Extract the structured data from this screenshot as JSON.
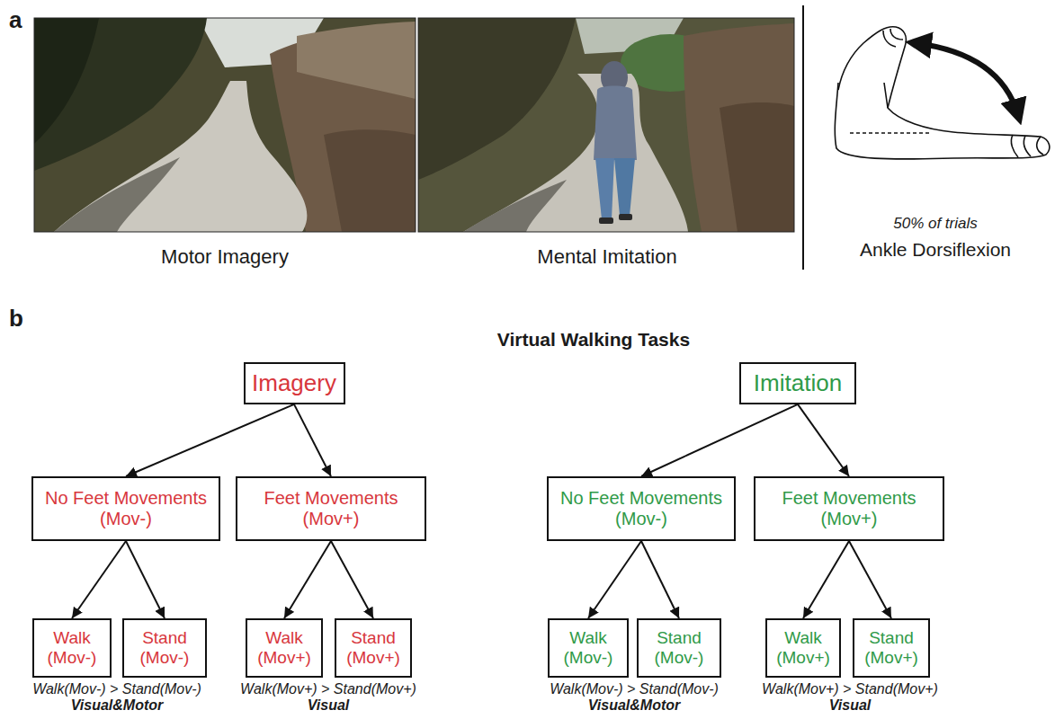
{
  "diagram": {
    "title": "Virtual Walking Tasks",
    "nodes": [
      {
        "text": [
          "Imagery"
        ]
      },
      {
        "text": [
          "No Feet Movements (Mov-)"
        ]
      },
      {
        "text": [
          "Feet Movements (Mov+)"
        ]
      },
      {
        "text": [
          "Walk (Mov-)"
        ]
      },
      {
        "text": [
          "Stand (Mov-)"
        ]
      },
      {
        "text": [
          "Walk (Mov+)"
        ]
      },
      {
        "text": [
          "Stand (Mov+)"
        ]
      },
      {
        "text": [
          "Imitation"
        ]
      },
      {
        "text": [
          "No Feet Movements (Mov-)"
        ]
      },
      {
        "text": [
          "Feet Movements (Mov+)"
        ]
      },
      {
        "text": [
          "Walk (Mov-)"
        ]
      },
      {
        "text": [
          "Stand (Mov-)"
        ]
      },
      {
        "text": [
          "Walk (Mov+)"
        ]
      },
      {
        "text": [
          "Stand (Mov+)"
        ]
      }
    ],
    "edges": [
      {
        "from": 0,
        "to": 1,
        "arrow": "to"
      },
      {
        "from": 0,
        "to": 2,
        "arrow": "to"
      },
      {
        "from": 1,
        "to": 3,
        "arrow": "to"
      },
      {
        "from": 1,
        "to": 4,
        "arrow": "to"
      },
      {
        "from": 2,
        "to": 5,
        "arrow": "to"
      },
      {
        "from": 2,
        "to": 6,
        "arrow": "to"
      },
      {
        "from": 7,
        "to": 8,
        "arrow": "to"
      },
      {
        "from": 7,
        "to": 9,
        "arrow": "to"
      },
      {
        "from": 8,
        "to": 10,
        "arrow": "to"
      },
      {
        "from": 8,
        "to": 11,
        "arrow": "to"
      },
      {
        "from": 9,
        "to": 12,
        "arrow": "to"
      },
      {
        "from": 9,
        "to": 13,
        "arrow": "to"
      }
    ],
    "labels": [
      "a",
      "Motor Imagery",
      "Mental Imitation",
      "50% of trials",
      "Ankle Dorsiflexion",
      "b",
      "Walk(Mov-) > Stand(Mov-)",
      "Visual&Motor",
      "Walk(Mov+) > Stand(Mov+)",
      "Visual",
      "Walk(Mov-) > Stand(Mov-)",
      "Visual&Motor",
      "Walk(Mov+) > Stand(Mov+)",
      "Visual"
    ]
  }
}
